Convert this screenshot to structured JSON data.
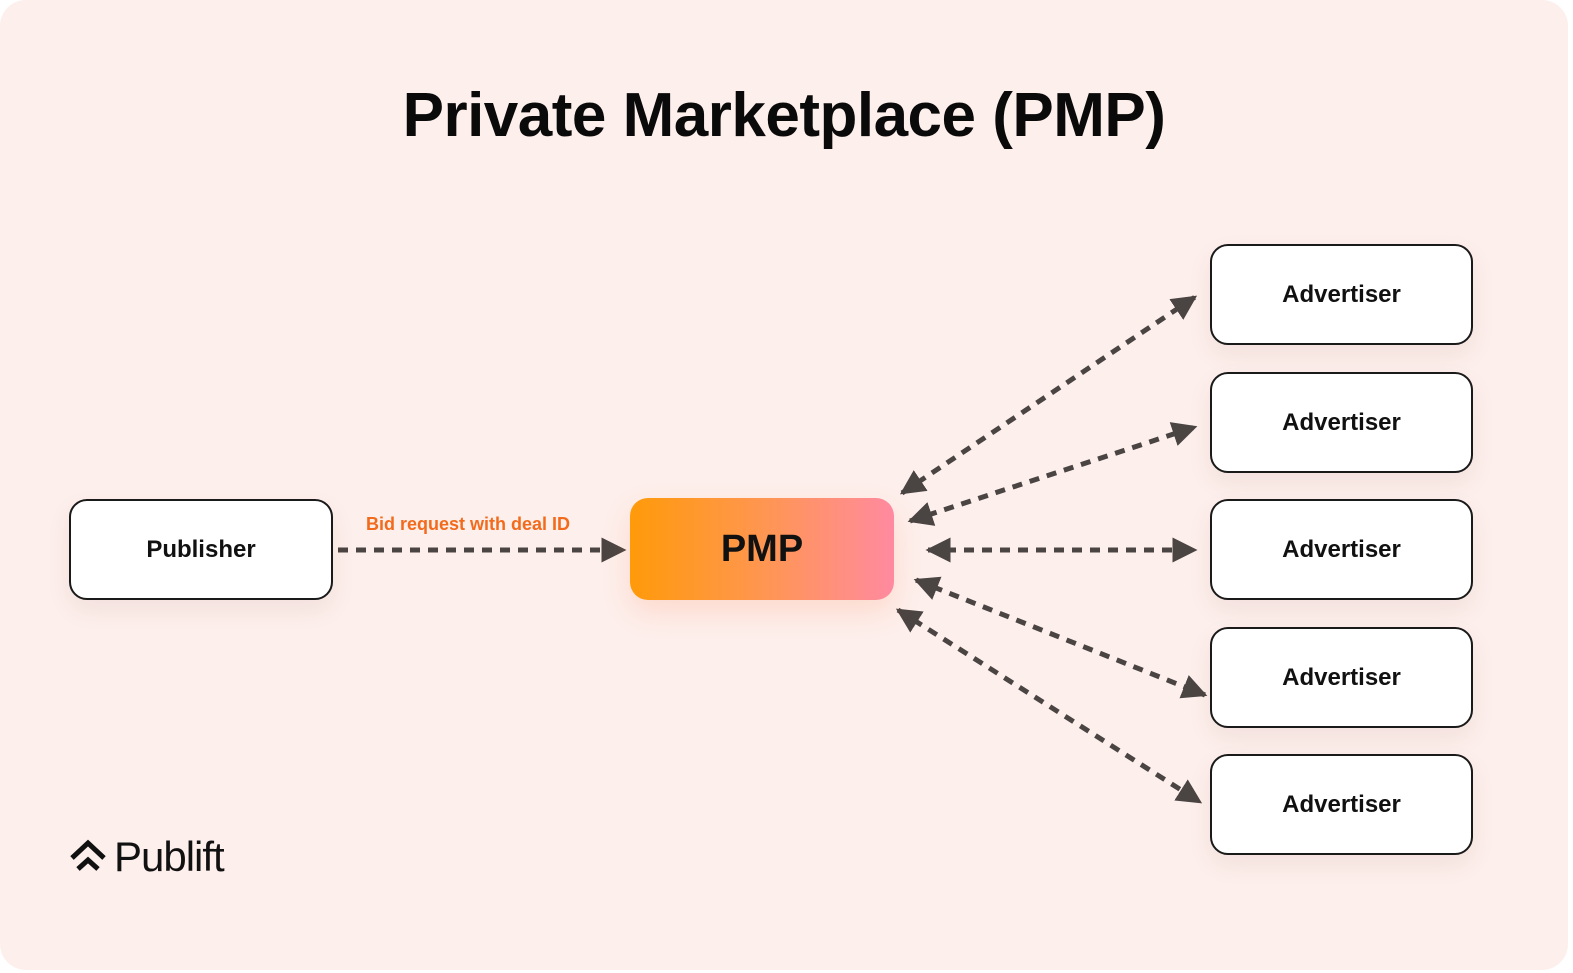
{
  "title": "Private Marketplace (PMP)",
  "nodes": {
    "publisher": "Publisher",
    "pmp": "PMP",
    "advertisers": [
      "Advertiser",
      "Advertiser",
      "Advertiser",
      "Advertiser",
      "Advertiser"
    ]
  },
  "edges": {
    "publisher_to_pmp_label": "Bid request with deal ID"
  },
  "logo": {
    "text": "Publift",
    "icon": "chevrons-up-icon"
  },
  "colors": {
    "background": "#fdefec",
    "accent_label": "#f26b1d",
    "pmp_gradient_start": "#ff9a0a",
    "pmp_gradient_end": "#ff8aa0",
    "arrow": "#4a4442"
  }
}
